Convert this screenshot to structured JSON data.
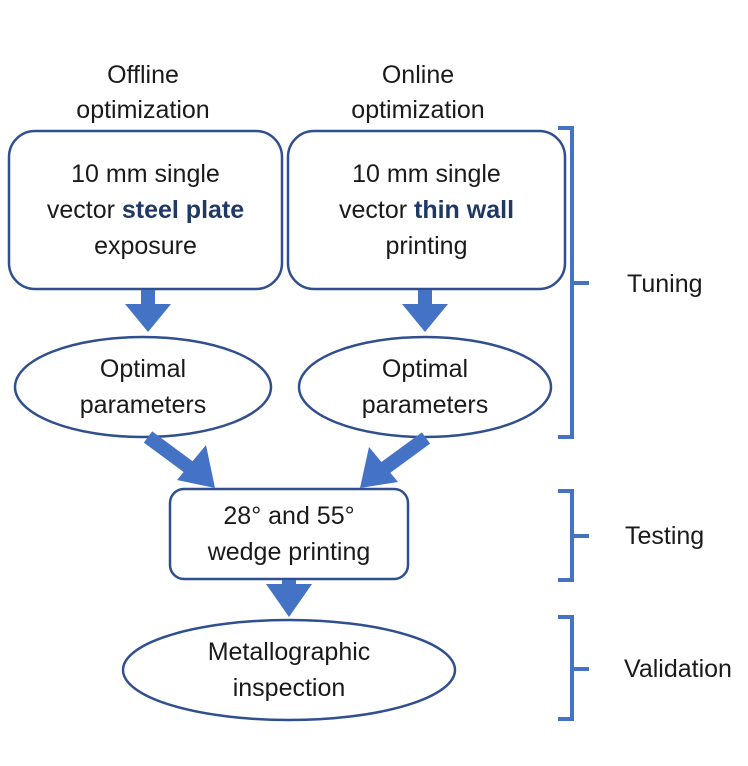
{
  "headings": {
    "left": {
      "line1": "Offline",
      "line2": "optimization"
    },
    "right": {
      "line1": "Online",
      "line2": "optimization"
    }
  },
  "nodes": {
    "steel_plate": {
      "line1": "10 mm single",
      "line2_prefix": "vector ",
      "line2_bold": "steel plate",
      "line3": "exposure"
    },
    "thin_wall": {
      "line1": "10 mm single",
      "line2_prefix": "vector ",
      "line2_bold": "thin wall",
      "line3": "printing"
    },
    "optimal_left": {
      "line1": "Optimal",
      "line2": "parameters"
    },
    "optimal_right": {
      "line1": "Optimal",
      "line2": "parameters"
    },
    "wedge": {
      "line1": "28° and 55°",
      "line2": "wedge printing"
    },
    "inspection": {
      "line1": "Metallographic",
      "line2": "inspection"
    }
  },
  "stages": {
    "tuning": "Tuning",
    "testing": "Testing",
    "validation": "Validation"
  },
  "colors": {
    "outline": "#2f4f8f",
    "arrow": "#4472c4",
    "bracket": "#4472c4",
    "emphasis": "#1f3864"
  }
}
